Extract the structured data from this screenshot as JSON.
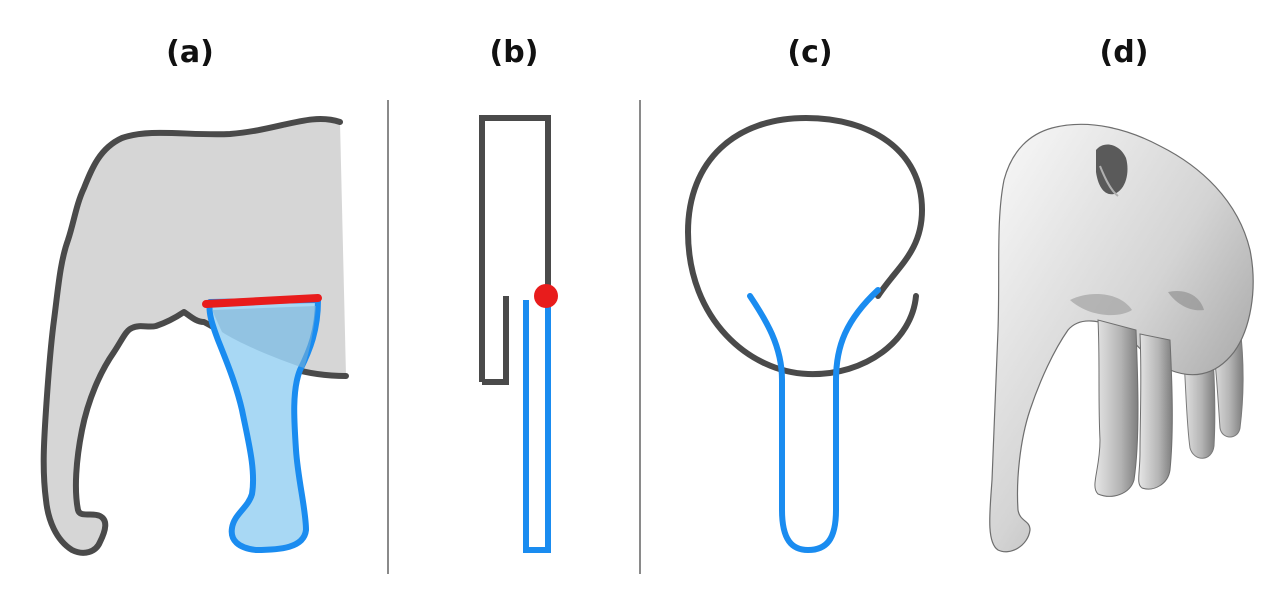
{
  "panels": [
    {
      "label": "(a)"
    },
    {
      "label": "(b)"
    },
    {
      "label": "(c)"
    },
    {
      "label": "(d)"
    }
  ],
  "colors": {
    "outline": "#4a4a4a",
    "body_fill": "#d6d6d6",
    "leg_stroke": "#1a8cf0",
    "leg_fill": "#a8d8f4",
    "cut_line": "#e81c1c",
    "joint_point": "#e81c1c",
    "separator": "#8a8a8a"
  },
  "icons": [
    "elephant-outline",
    "elephant-3d-model"
  ]
}
